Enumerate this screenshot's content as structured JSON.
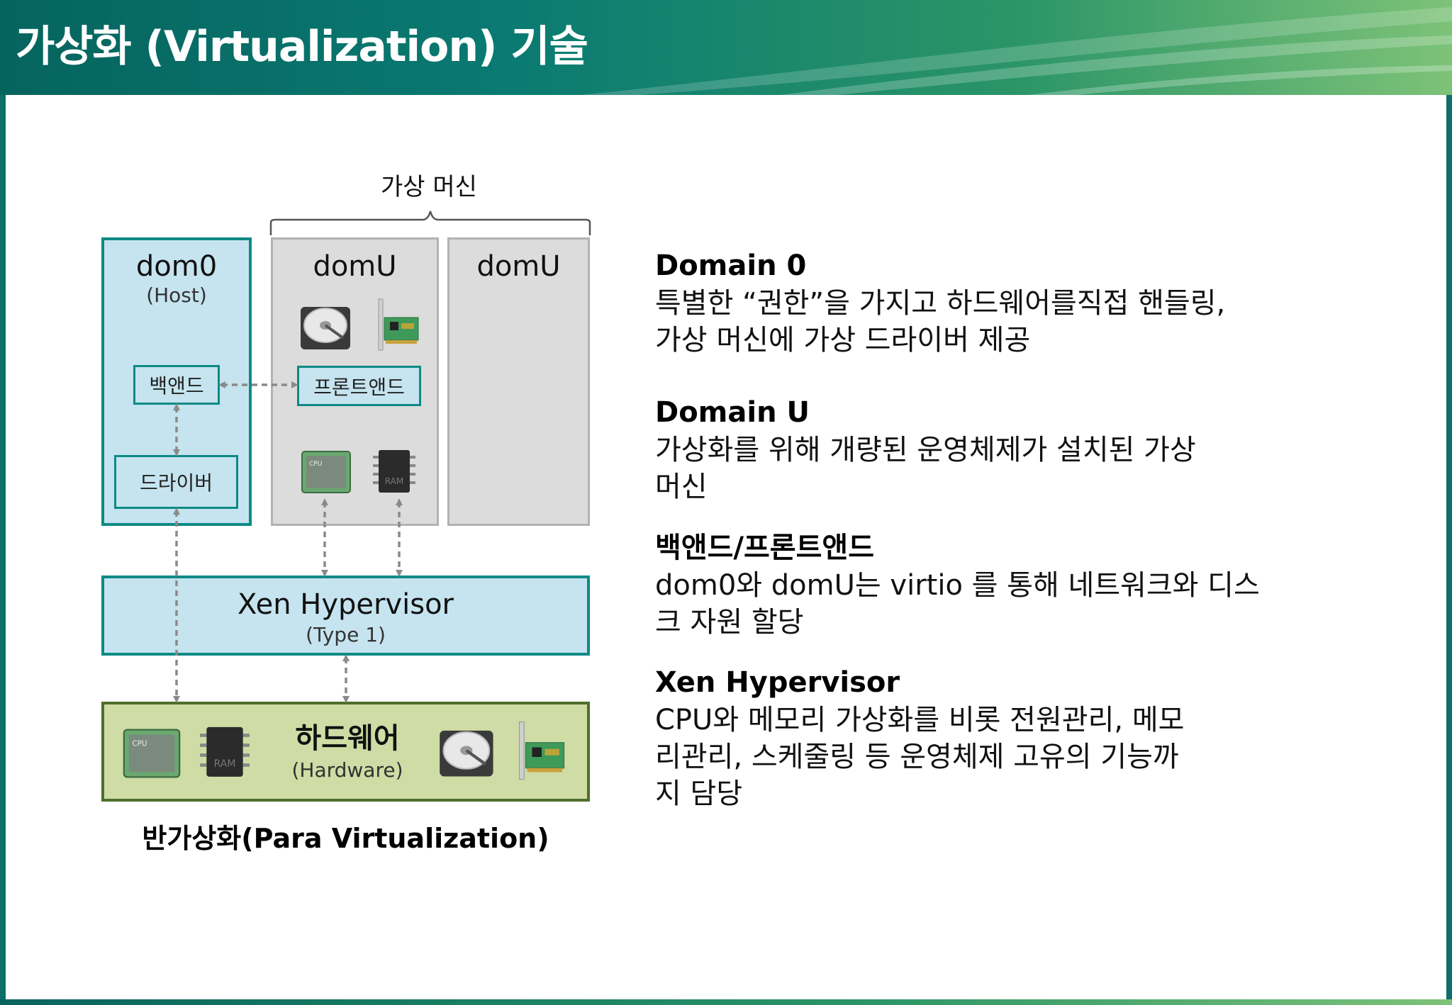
{
  "title": "가상화 (Virtualization) 기술",
  "diagram": {
    "vm_group_label": "가상 머신",
    "dom0": {
      "title": "dom0",
      "subtitle": "(Host)",
      "backend": "백앤드",
      "driver": "드라이버"
    },
    "domu1": {
      "title": "domU",
      "frontend": "프론트앤드"
    },
    "domu2": {
      "title": "domU"
    },
    "hypervisor": {
      "title": "Xen Hypervisor",
      "subtitle": "(Type 1)"
    },
    "hardware": {
      "title": "하드웨어",
      "subtitle": "(Hardware)"
    },
    "caption": "반가상화(Para Virtualization)",
    "icon_labels": {
      "cpu": "CPU",
      "ram": "RAM"
    }
  },
  "descriptions": [
    {
      "heading": "Domain 0",
      "lines": [
        "특별한 “권한”을 가지고 하드웨어를직접 핸들링,",
        "가상 머신에 가상 드라이버 제공"
      ]
    },
    {
      "heading": "Domain U",
      "lines": [
        "가상화를 위해 개량된 운영체제가 설치된 가상",
        "머신"
      ]
    },
    {
      "heading": "백앤드/프론트앤드",
      "lines": [
        "dom0와 domU는 virtio 를 통해 네트워크와 디스",
        "크 자원 할당"
      ]
    },
    {
      "heading": "Xen Hypervisor",
      "lines": [
        "CPU와 메모리 가상화를 비롯 전원관리, 메모",
        "리관리, 스케줄링 등 운영체제 고유의 기능까",
        "지 담당"
      ]
    }
  ],
  "colors": {
    "header_start": "#06645e",
    "header_end": "#7dc278",
    "teal_border": "#0e8a85",
    "teal_fill": "#c5e4ef",
    "hw_fill": "#cfdca5",
    "hw_border": "#4f6f2b"
  }
}
